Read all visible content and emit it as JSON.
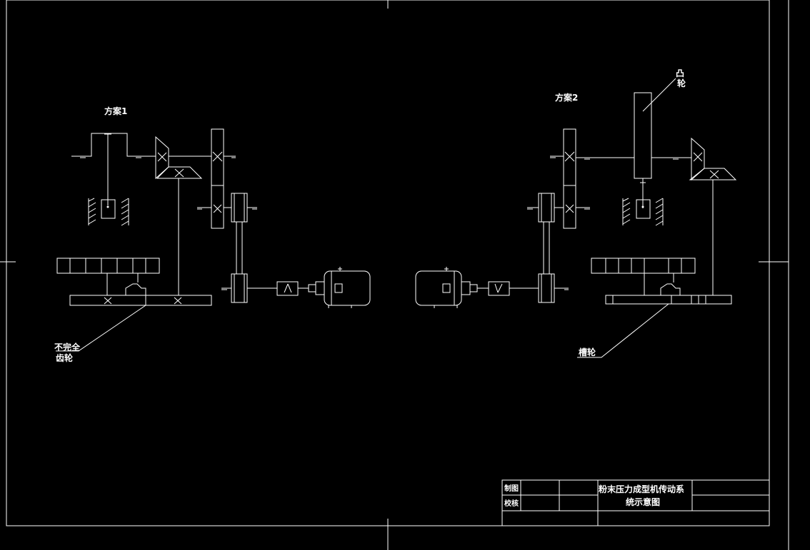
{
  "scheme1_label": "方案1",
  "scheme2_label": "方案2",
  "annotations": {
    "partial_gear_line1": "不完全",
    "partial_gear_line2": "齿轮",
    "cam_line1": "凸",
    "cam_line2": "轮",
    "sheave": "槽轮"
  },
  "title_block": {
    "drawn_label": "制图",
    "checked_label": "校核",
    "title_line1": "粉末压力成型机传动系",
    "title_line2": "统示意图"
  },
  "colors": {
    "background": "#000000",
    "lines": "#ffffff"
  }
}
